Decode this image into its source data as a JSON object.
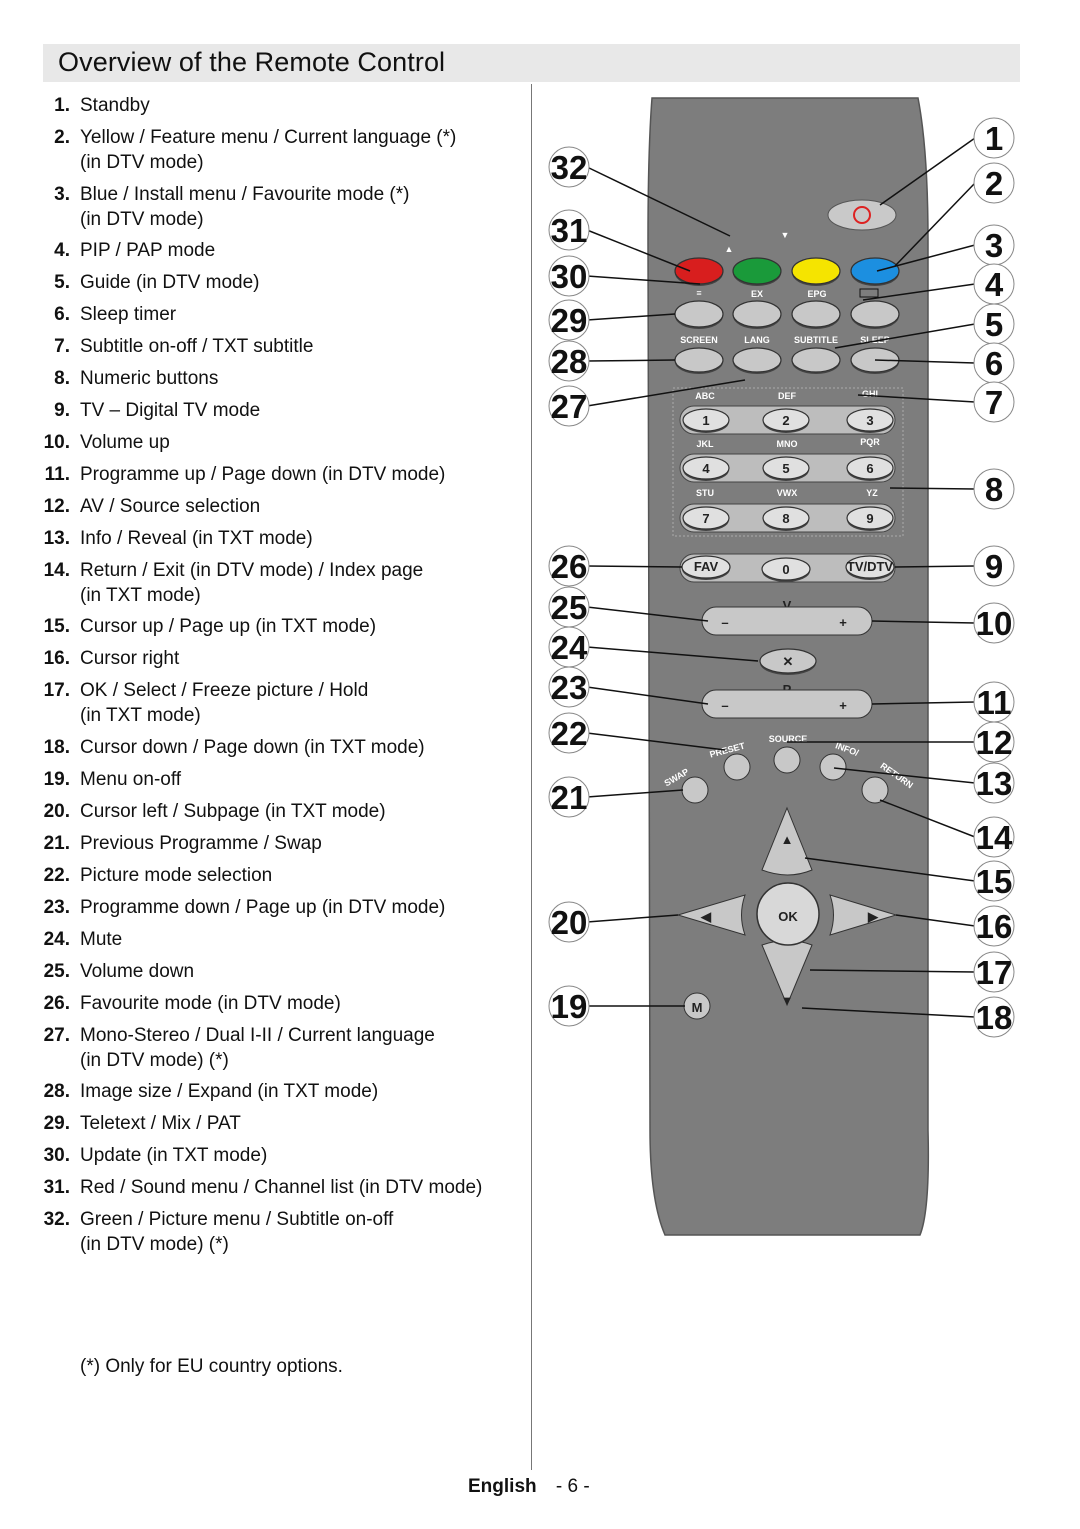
{
  "title": "Overview of the Remote Control",
  "items": [
    {
      "n": "1.",
      "t": [
        "Standby"
      ]
    },
    {
      "n": "2.",
      "t": [
        "Yellow / Feature menu / Current language (*)",
        "(in DTV mode)"
      ]
    },
    {
      "n": "3.",
      "t": [
        "Blue / Install menu / Favourite mode (*)",
        "(in DTV mode)"
      ]
    },
    {
      "n": "4.",
      "t": [
        "PIP / PAP mode"
      ]
    },
    {
      "n": "5.",
      "t": [
        "Guide (in DTV mode)"
      ]
    },
    {
      "n": "6.",
      "t": [
        "Sleep timer"
      ]
    },
    {
      "n": "7.",
      "t": [
        "Subtitle on-off / TXT subtitle"
      ]
    },
    {
      "n": "8.",
      "t": [
        "Numeric buttons"
      ]
    },
    {
      "n": "9.",
      "t": [
        "TV – Digital TV mode"
      ]
    },
    {
      "n": "10.",
      "t": [
        "Volume up"
      ]
    },
    {
      "n": "11.",
      "t": [
        "Programme up / Page down (in DTV mode)"
      ]
    },
    {
      "n": "12.",
      "t": [
        "AV / Source selection"
      ]
    },
    {
      "n": "13.",
      "t": [
        "Info / Reveal (in TXT mode)"
      ]
    },
    {
      "n": "14.",
      "t": [
        "Return / Exit (in DTV mode) / Index page",
        "(in TXT mode)"
      ]
    },
    {
      "n": "15.",
      "t": [
        "Cursor up / Page up (in TXT mode)"
      ]
    },
    {
      "n": "16.",
      "t": [
        "Cursor right"
      ]
    },
    {
      "n": "17.",
      "t": [
        "OK / Select / Freeze picture / Hold",
        "(in TXT mode)"
      ]
    },
    {
      "n": "18.",
      "t": [
        "Cursor down / Page down (in TXT mode)"
      ]
    },
    {
      "n": "19.",
      "t": [
        "Menu on-off"
      ]
    },
    {
      "n": "20.",
      "t": [
        "Cursor left / Subpage (in TXT mode)"
      ]
    },
    {
      "n": "21.",
      "t": [
        "Previous Programme / Swap"
      ]
    },
    {
      "n": "22.",
      "t": [
        "Picture mode selection"
      ]
    },
    {
      "n": "23.",
      "t": [
        "Programme down / Page up (in DTV mode)"
      ]
    },
    {
      "n": "24.",
      "t": [
        "Mute"
      ]
    },
    {
      "n": "25.",
      "t": [
        "Volume down"
      ]
    },
    {
      "n": "26.",
      "t": [
        "Favourite mode (in DTV mode)"
      ]
    },
    {
      "n": "27.",
      "t": [
        "Mono-Stereo / Dual I-II / Current language",
        "(in DTV mode) (*)"
      ]
    },
    {
      "n": "28.",
      "t": [
        "Image size / Expand (in TXT mode)"
      ]
    },
    {
      "n": "29.",
      "t": [
        "Teletext / Mix / PAT"
      ]
    },
    {
      "n": "30.",
      "t": [
        "Update (in TXT mode)"
      ]
    },
    {
      "n": "31.",
      "t": [
        "Red / Sound menu / Channel list (in DTV mode)"
      ]
    },
    {
      "n": "32.",
      "t": [
        "Green / Picture menu / Subtitle on-off",
        "(in DTV mode) (*)"
      ]
    }
  ],
  "footnote": "(*) Only for EU country options.",
  "footer": {
    "language": "English",
    "page": "- 6 -"
  },
  "remote": {
    "callouts_left": [
      "32",
      "31",
      "30",
      "29",
      "28",
      "27",
      "26",
      "25",
      "24",
      "23",
      "22",
      "21",
      "20",
      "19"
    ],
    "callouts_right": [
      "1",
      "2",
      "3",
      "4",
      "5",
      "6",
      "7",
      "8",
      "9",
      "10",
      "11",
      "12",
      "13",
      "14",
      "15",
      "16",
      "17",
      "18"
    ],
    "row_labels": [
      "SCREEN",
      "LANG",
      "SUBTITLE",
      "SLEEP"
    ],
    "epg_label": "EPG",
    "ex_label": "EX",
    "key_letters": [
      "ABC",
      "DEF",
      "GHI",
      "JKL",
      "MNO",
      "PQR",
      "STU",
      "VWX",
      "YZ"
    ],
    "key_numbers": [
      "1",
      "2",
      "3",
      "4",
      "5",
      "6",
      "7",
      "8",
      "9"
    ],
    "fav_label": "FAV",
    "zero_label": "0",
    "tv_label": "TV",
    "dtv_label": "DTV",
    "vol_label": "V",
    "prog_label": "P",
    "minus": "–",
    "plus": "+",
    "swap_label": "SWAP",
    "preset_label": "PRESET",
    "source_label": "SOURCE",
    "info_label": "INFO/",
    "return_label": "RETURN",
    "ok_label": "OK",
    "menu_label": "M",
    "colors": {
      "red": "#d81e1e",
      "green": "#1a9a3a",
      "yellow": "#f5e400",
      "blue": "#1c8fe0",
      "body": "#7a7a7a"
    }
  }
}
